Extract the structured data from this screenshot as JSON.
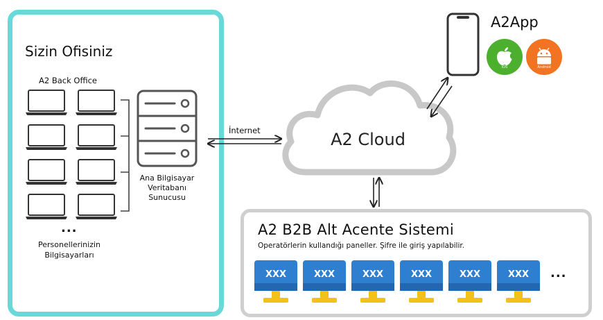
{
  "office": {
    "title": "Sizin Ofisiniz",
    "back_office_label": "A2 Back Office",
    "laptops_ellipsis": "...",
    "staff_label": "Personellerinizin Bilgisayarları",
    "laptop_count": 8
  },
  "server": {
    "label": "Ana Bilgisayar Veritabanı Sunucusu"
  },
  "connection": {
    "internet_label": "İnternet"
  },
  "cloud": {
    "label": "A2 Cloud"
  },
  "app": {
    "title": "A2App",
    "ios_label": "iOS",
    "android_label": "Android"
  },
  "b2b": {
    "title": "A2 B2B Alt Acente Sistemi",
    "subtitle": "Operatörlerin kullandığı paneller. Şifre ile giriş yapılabilir.",
    "screen_text": "XXX",
    "monitor_count": 6,
    "ellipsis": "..."
  },
  "colors": {
    "office_border": "#6ad8d8",
    "b2b_border": "#cfcfcf",
    "cloud_stroke": "#c8c8c8",
    "monitor_screen": "#2f7fd0",
    "monitor_stand": "#f2c21a",
    "ios_badge": "#4caf2d",
    "android_badge": "#f27423"
  }
}
